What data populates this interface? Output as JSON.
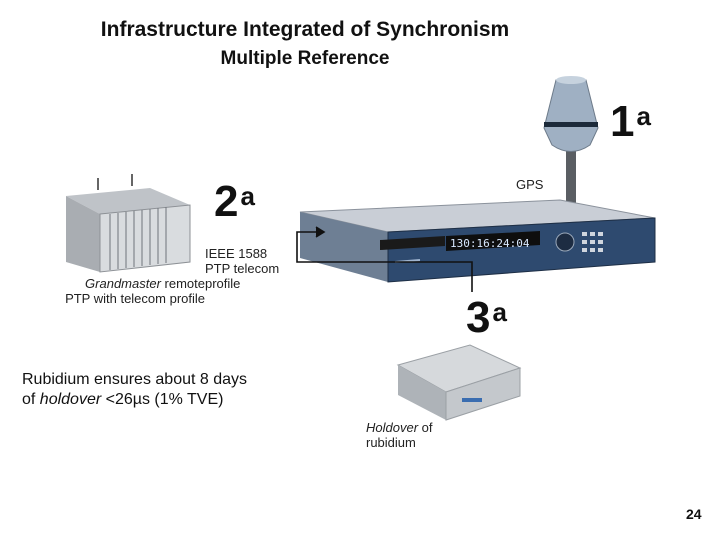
{
  "title": {
    "line1": "Infrastructure Integrated of Synchronism",
    "line2": "Multiple Reference"
  },
  "labels": {
    "one": "1",
    "two": "2",
    "three": "3",
    "ordinal": "a",
    "gps": "GPS",
    "grandmaster_italic": "Grandmaster",
    "grandmaster_rest": " remote",
    "grandmaster_line2": "PTP with telecom profile",
    "ieee_line1": "IEEE 1588",
    "ieee_line2": "PTP telecom",
    "ieee_line3": "profile",
    "rubidium_line1": "Rubidium ensures about 8 days",
    "rubidium_line2_pre": "of ",
    "rubidium_line2_italic": "holdover",
    "rubidium_line2_post": " <26µs (1% TVE)",
    "holdover_italic": "Holdover",
    "holdover_rest": "  of",
    "holdover_line2": "rubidium",
    "device_display": "130:16:24:04",
    "page_number": "24"
  }
}
